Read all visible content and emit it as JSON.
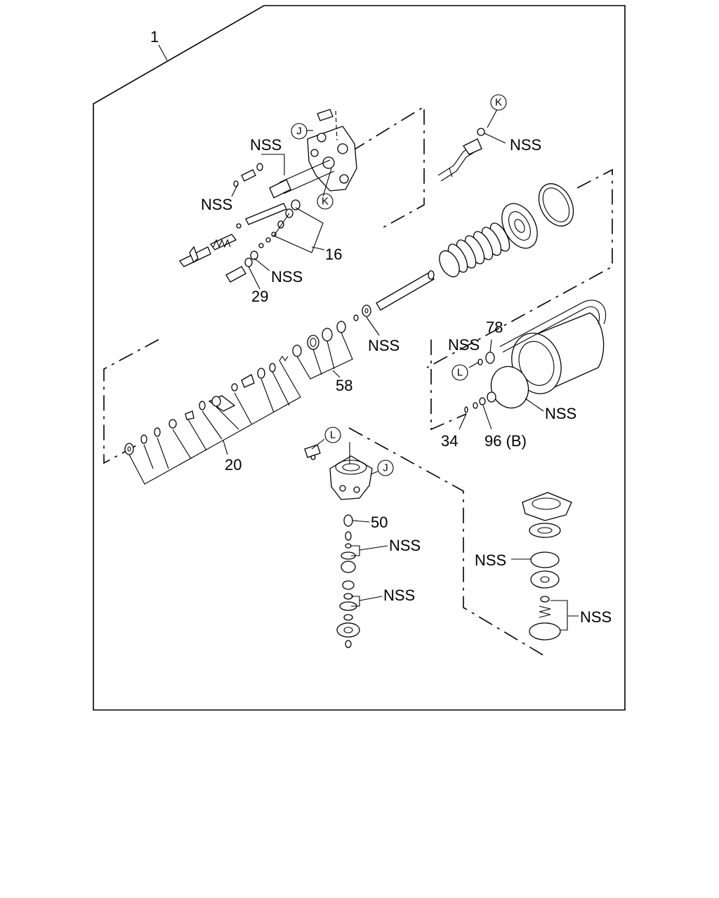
{
  "diagram": {
    "assembly_number": "1",
    "labels": {
      "nss": "NSS",
      "p16": "16",
      "p20": "20",
      "p29": "29",
      "p34": "34",
      "p50": "50",
      "p58": "58",
      "p78": "78",
      "p96b": "96 (B)"
    },
    "reference_circles": {
      "j": "J",
      "k": "K",
      "l": "L"
    }
  }
}
